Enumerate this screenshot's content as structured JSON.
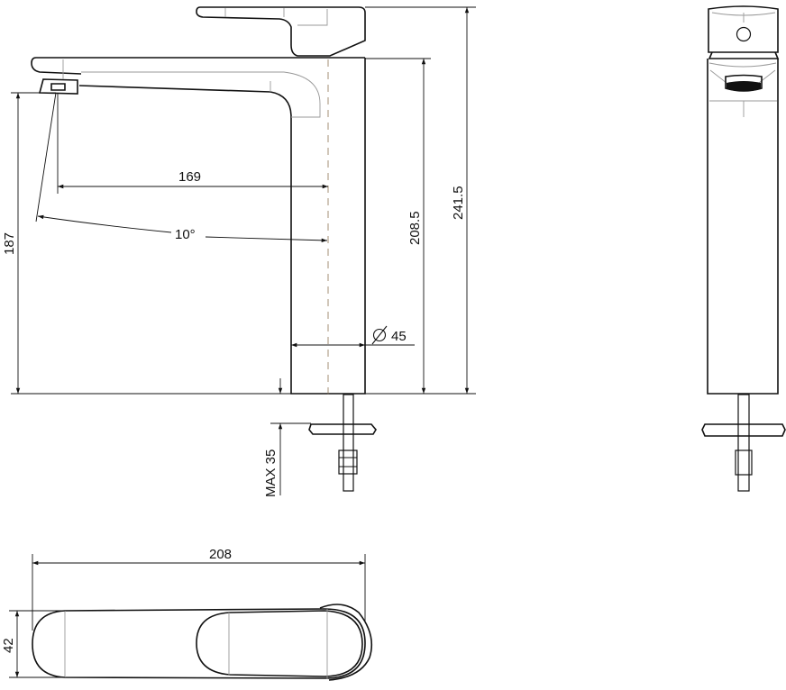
{
  "drawing": {
    "title": "Tall basin mixer dimension drawing",
    "dimensions": {
      "spout_reach": "169",
      "spout_angle": "10°",
      "outlet_height": "187",
      "body_height": "208.5",
      "total_height": "241.5",
      "body_diameter": "45",
      "max_counter_thickness": "MAX 35",
      "total_length": "208",
      "width": "42"
    },
    "line_colors": {
      "outline": "#111111",
      "thin": "#999999",
      "centerline": "#b8a994"
    }
  }
}
